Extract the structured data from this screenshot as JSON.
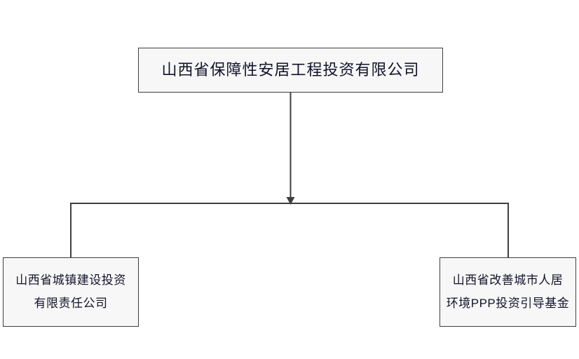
{
  "diagram": {
    "type": "org-chart",
    "title": "",
    "background_color": "#ffffff",
    "node_fill_color": "#f7f7f7",
    "node_border_color": "#3f3f3f",
    "text_color": "#12122a",
    "connector_color": "#3f3f3f",
    "root": {
      "id": "root",
      "label": "山西省保障性安居工程投资有限公司"
    },
    "children": [
      {
        "id": "child-left",
        "label": "山西省城镇建设投资\n有限责任公司"
      },
      {
        "id": "child-right",
        "label": "山西省改善城市人居\n环境PPP投资引导基金"
      }
    ],
    "connectors": {
      "arrow_name": "down-arrow-head",
      "description": "root connects downward via arrow to a horizontal bus which branches to both children"
    }
  }
}
